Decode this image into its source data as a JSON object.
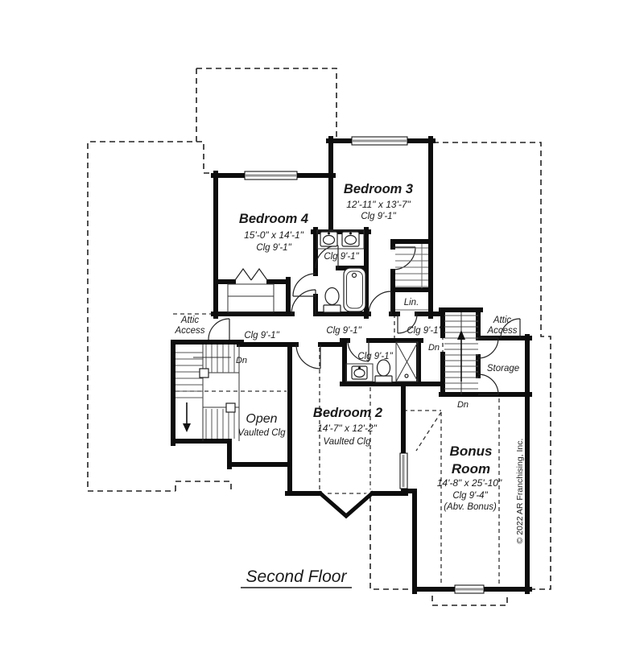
{
  "title": "Second Floor",
  "copyright": "© 2022 AR Franchising, Inc.",
  "rooms": {
    "bedroom4": {
      "name": "Bedroom 4",
      "dims": "15'-0\" x 14'-1\"",
      "ceiling": "Clg 9'-1\""
    },
    "bedroom3": {
      "name": "Bedroom 3",
      "dims": "12'-11\" x 13'-7\"",
      "ceiling": "Clg 9'-1\""
    },
    "bedroom2": {
      "name": "Bedroom 2",
      "dims": "14'-7\" x 12'-2\"",
      "ceiling": "Vaulted Clg"
    },
    "bonus": {
      "name_line1": "Bonus",
      "name_line2": "Room",
      "dims": "14'-8\" x 25'-10\"",
      "ceiling": "Clg 9'-4\"",
      "note": "(Abv. Bonus)"
    },
    "open": {
      "name": "Open",
      "ceiling": "Vaulted Clg"
    },
    "storage": {
      "name": "Storage"
    },
    "linen": {
      "name": "Lin."
    }
  },
  "labels": {
    "ceiling_9_1": "Clg 9'-1\"",
    "attic_line1": "Attic",
    "attic_line2": "Access",
    "down": "Dn"
  }
}
